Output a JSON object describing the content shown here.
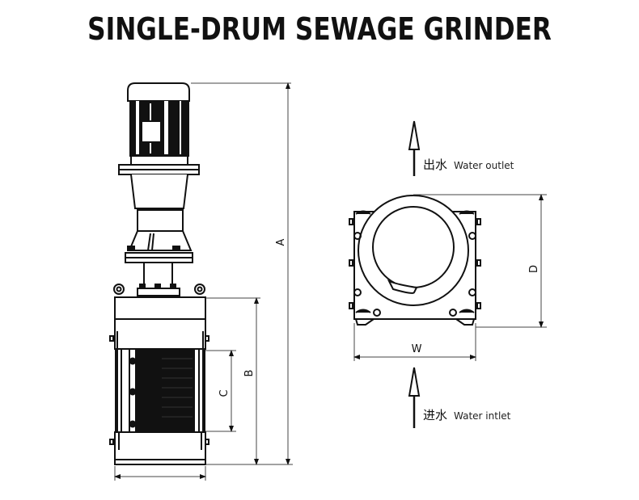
{
  "title": "SINGLE-DRUM SEWAGE GRINDER",
  "side_view": {
    "dimensions": {
      "A": "A",
      "B": "B",
      "C": "C"
    }
  },
  "top_view": {
    "dimensions": {
      "D": "D",
      "W": "W"
    },
    "outlet": {
      "cn": "出水",
      "en": "Water outlet"
    },
    "inlet": {
      "cn": "进水",
      "en": "Water intlet"
    }
  },
  "colors": {
    "line": "#111111",
    "dimension_line": "#555555",
    "background": "#ffffff"
  }
}
